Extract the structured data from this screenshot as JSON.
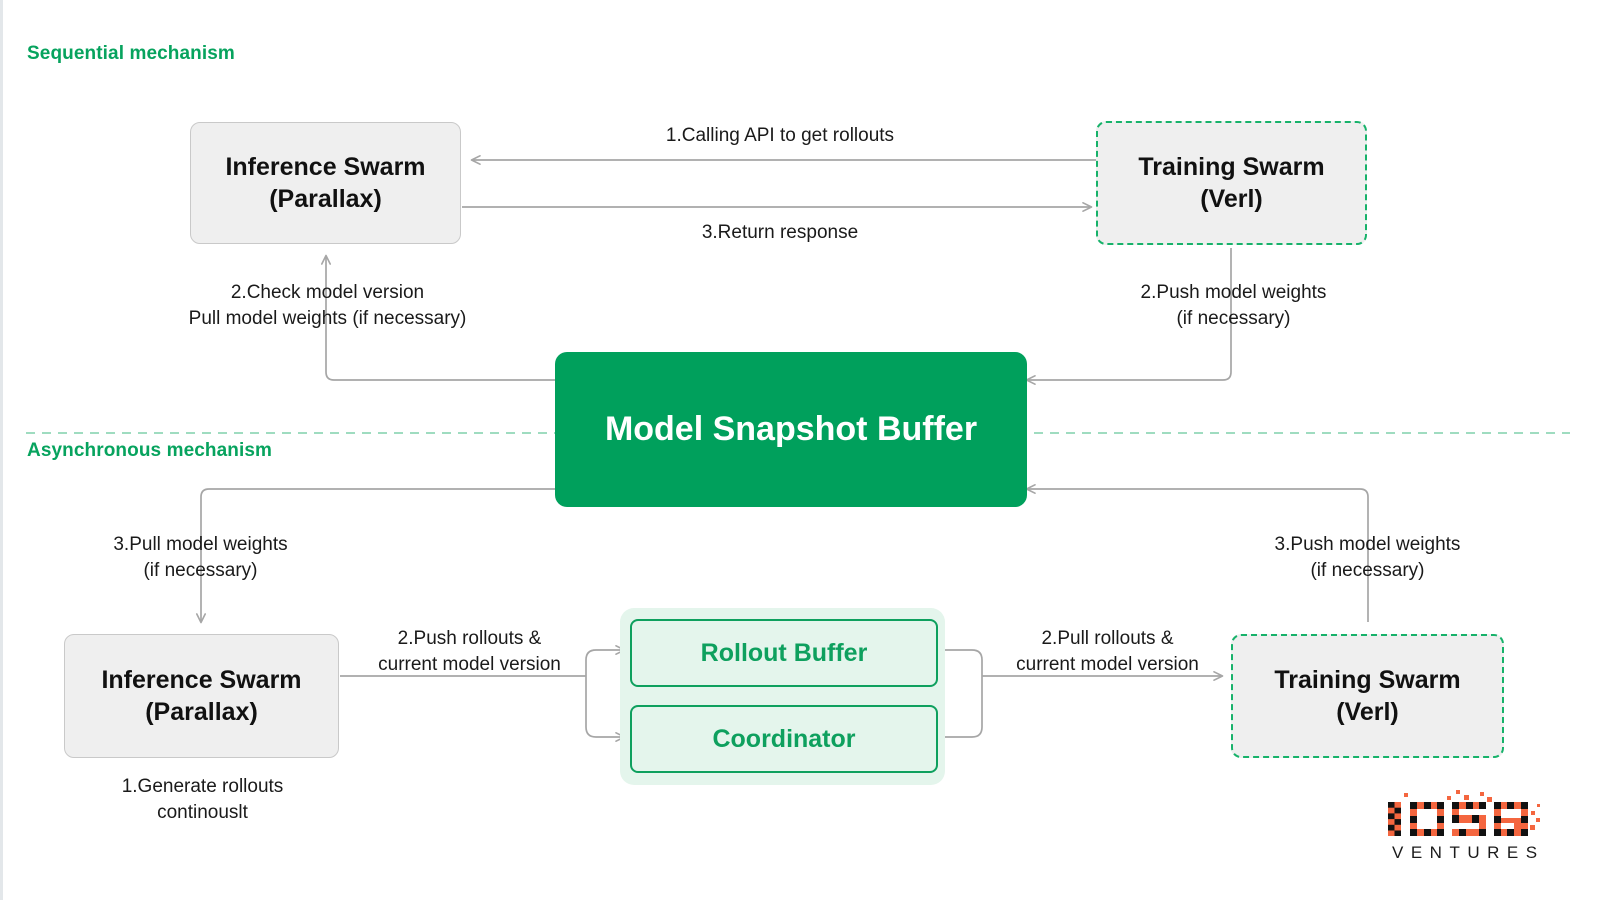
{
  "meta": {
    "accent_green": "#00A05C",
    "accent_green_text": "#07A35E",
    "dashed_border_green": "#17B26A",
    "light_green_fill": "#e4f5ec",
    "grey_fill": "#efefef",
    "wire_grey": "#a6a6a6",
    "background": "#ffffff"
  },
  "sections": {
    "sequential": {
      "title": "Sequential mechanism"
    },
    "asynchronous": {
      "title": "Asynchronous mechanism"
    }
  },
  "nodes": {
    "inference_top": {
      "line1": "Inference Swarm",
      "line2": "(Parallax)"
    },
    "training_top": {
      "line1": "Training Swarm",
      "line2": "(Verl)"
    },
    "snapshot_buffer": {
      "label": "Model Snapshot Buffer"
    },
    "inference_bottom": {
      "line1": "Inference Swarm",
      "line2": "(Parallax)"
    },
    "training_bottom": {
      "line1": "Training Swarm",
      "line2": "(Verl)"
    },
    "rollout_buffer": {
      "label": "Rollout Buffer"
    },
    "coordinator": {
      "label": "Coordinator"
    }
  },
  "edge_labels": {
    "calling_api": "1.Calling API to get rollouts",
    "return_response": "3.Return response",
    "check_model_version": "2.Check model version\nPull model weights (if necessary)",
    "push_model_weights_top": "2.Push model weights\n(if necessary)",
    "pull_model_weights_bottom": "3.Pull model weights\n(if necessary)",
    "push_model_weights_bottom": "3.Push model weights\n(if necessary)",
    "push_rollouts": "2.Push rollouts &\ncurrent model version",
    "pull_rollouts": "2.Pull rollouts &\ncurrent model version",
    "generate_rollouts": "1.Generate rollouts\ncontinouslt"
  },
  "logo": {
    "mark": "IOSG",
    "wordmark": "VENTURES",
    "mark_color": "#F4663F"
  }
}
